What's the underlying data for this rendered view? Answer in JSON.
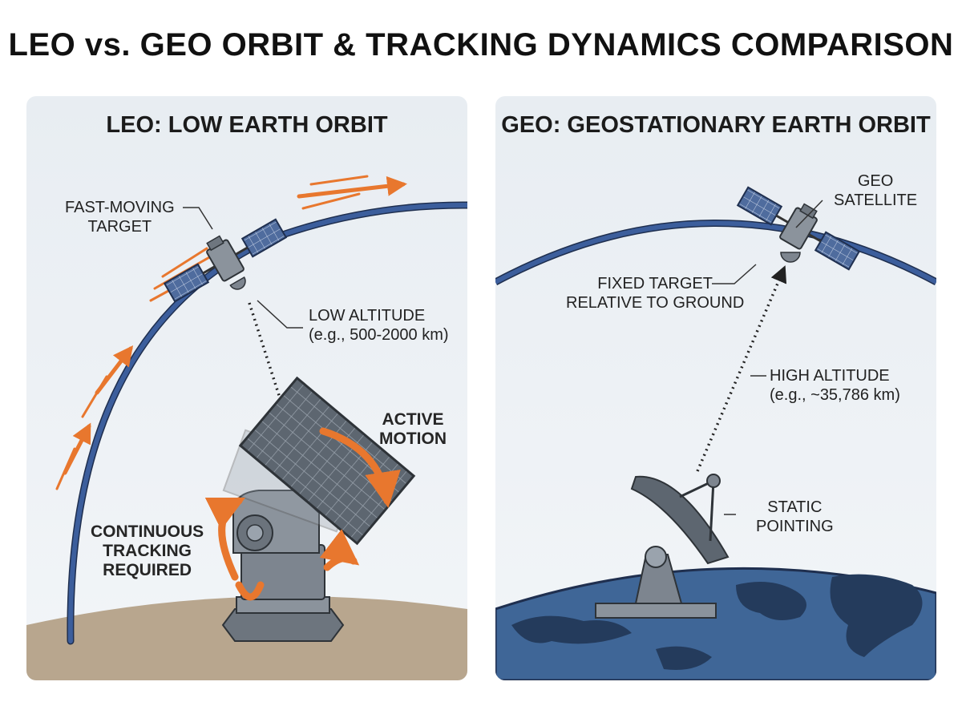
{
  "title": "LEO vs. GEO ORBIT & TRACKING DYNAMICS COMPARISON",
  "leo": {
    "heading": "LEO: LOW EARTH ORBIT",
    "fast_target": [
      "FAST-MOVING",
      "TARGET"
    ],
    "altitude": [
      "LOW ALTITUDE",
      "(e.g., 500-2000 km)"
    ],
    "active_motion": [
      "ACTIVE",
      "MOTION"
    ],
    "continuous_tracking": [
      "CONTINUOUS",
      "TRACKING",
      "REQUIRED"
    ]
  },
  "geo": {
    "heading": "GEO: GEOSTATIONARY EARTH ORBIT",
    "satellite": [
      "GEO",
      "SATELLITE"
    ],
    "fixed_target": [
      "FIXED TARGET",
      "RELATIVE TO GROUND"
    ],
    "altitude": [
      "HIGH ALTITUDE",
      "(e.g., ~35,786 km)"
    ],
    "static_pointing": [
      "STATIC",
      "POINTING"
    ]
  },
  "colors": {
    "orbit": "#3c5e9c",
    "motion_arrow": "#e8772e",
    "metal": "#7d858f",
    "earth_ocean": "#3f6697",
    "earth_land": "#243b5c",
    "ground": "#b8a68e"
  },
  "icons": [
    "leo-satellite-icon",
    "tracking-antenna-icon",
    "geo-satellite-icon",
    "dish-antenna-icon",
    "earth-icon"
  ]
}
